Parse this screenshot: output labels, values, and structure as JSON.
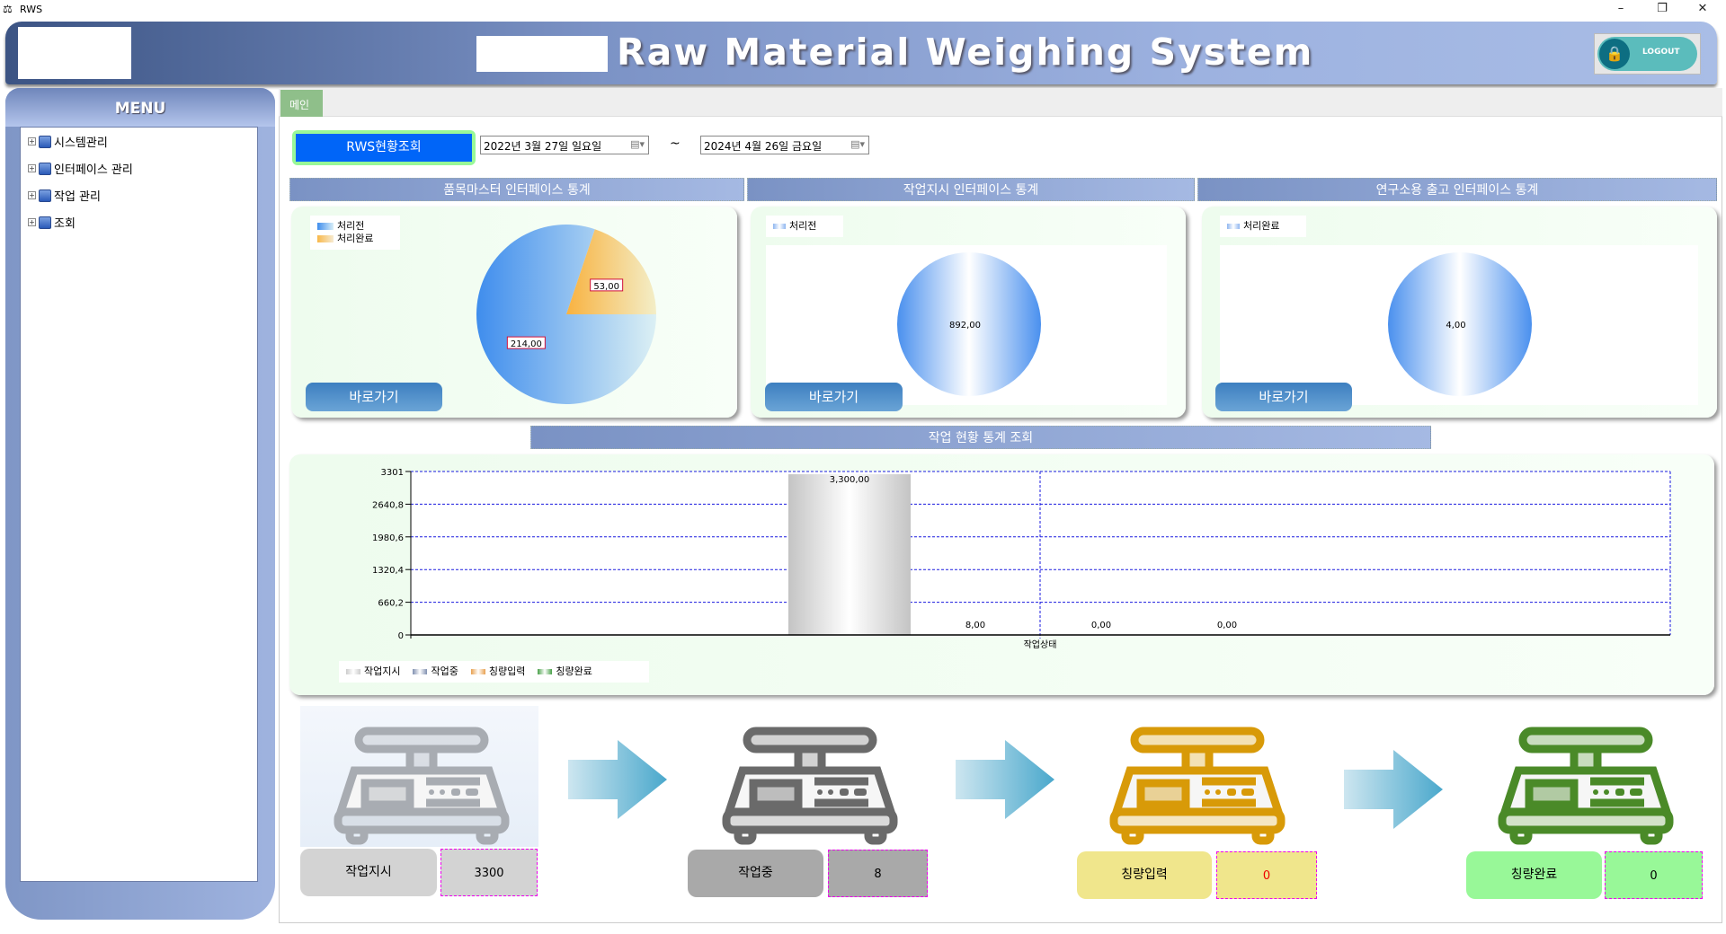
{
  "window": {
    "title": "RWS",
    "controls": [
      "–",
      "❐",
      "✕"
    ]
  },
  "header": {
    "title": "Raw Material Weighing System",
    "logout_label": "LOGOUT"
  },
  "sidebar": {
    "title": "MENU",
    "items": [
      {
        "label": "시스템관리"
      },
      {
        "label": "인터페이스 관리"
      },
      {
        "label": "작업 관리"
      },
      {
        "label": "조회"
      }
    ]
  },
  "tabs": [
    {
      "label": "메인"
    }
  ],
  "toolbar": {
    "search_label": "RWS현황조회",
    "date_from": "2022년  3월 27일 일요일",
    "date_to": "2024년  4월 26일 금요일",
    "separator": "~"
  },
  "sections": {
    "item_master": {
      "title": "품목마스터 인터페이스 통계",
      "go_label": "바로가기"
    },
    "work_order": {
      "title": "작업지시 인터페이스 통계",
      "go_label": "바로가기"
    },
    "research_out": {
      "title": "연구소용 출고 인터페이스 통계",
      "go_label": "바로가기"
    },
    "work_status": {
      "title": "작업 현황 통계 조회"
    }
  },
  "colors": {
    "blue": "#3f8ded",
    "orange": "#f8b84a",
    "gray": "#c8c8c8",
    "green": "#98f898"
  },
  "chart_data": [
    {
      "type": "pie",
      "title": "품목마스터 인터페이스 통계",
      "legend": [
        "처리전",
        "처리완료"
      ],
      "values": [
        214,
        53
      ],
      "labels": [
        "214,00",
        "53,00"
      ]
    },
    {
      "type": "pie",
      "title": "작업지시 인터페이스 통계",
      "legend": [
        "처리전"
      ],
      "values": [
        892
      ],
      "labels": [
        "892,00"
      ]
    },
    {
      "type": "pie",
      "title": "연구소용 출고 인터페이스 통계",
      "legend": [
        "처리완료"
      ],
      "values": [
        4
      ],
      "labels": [
        "4,00"
      ]
    },
    {
      "type": "bar",
      "title": "작업 현황 통계 조회",
      "categories": [
        "작업상태"
      ],
      "xlabel": "작업상태",
      "series": [
        {
          "name": "작업지시",
          "values": [
            3300
          ],
          "label": "3,300,00"
        },
        {
          "name": "작업중",
          "values": [
            8
          ],
          "label": "8,00"
        },
        {
          "name": "칭량입력",
          "values": [
            0
          ],
          "label": "0,00"
        },
        {
          "name": "칭량완료",
          "values": [
            0
          ],
          "label": "0,00"
        }
      ],
      "ylim": [
        0,
        3301
      ],
      "yticks": [
        "0",
        "660,2",
        "1320,4",
        "1980,6",
        "2640,8",
        "3301"
      ],
      "grid": true,
      "legend_position": "bottom-left"
    }
  ],
  "flow": [
    {
      "label": "작업지시",
      "value": "3300"
    },
    {
      "label": "작업중",
      "value": "8"
    },
    {
      "label": "칭량입력",
      "value": "0"
    },
    {
      "label": "칭량완료",
      "value": "0"
    }
  ]
}
